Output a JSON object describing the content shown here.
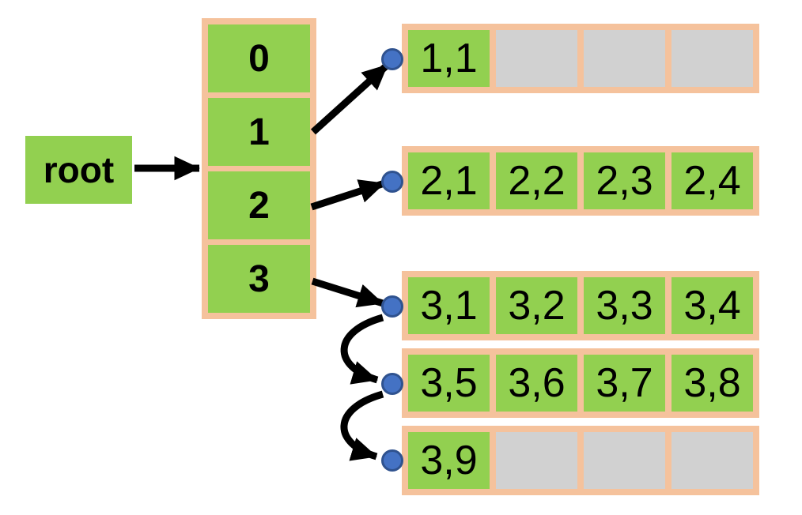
{
  "colors": {
    "cell_green": "#92D050",
    "frame_peach": "#F5C29C",
    "empty_gray": "#D1D1D1",
    "pointer_dot_fill": "#4472C4",
    "pointer_dot_border": "#2F528F",
    "arrow_black": "#000000",
    "text_black": "#000000",
    "background_white": "#FFFFFF"
  },
  "root": {
    "label": "root"
  },
  "index_column": {
    "cells": [
      "0",
      "1",
      "2",
      "3"
    ]
  },
  "rows": [
    {
      "cells": [
        {
          "label": "1,1",
          "state": "filled"
        },
        {
          "label": "",
          "state": "empty"
        },
        {
          "label": "",
          "state": "empty"
        },
        {
          "label": "",
          "state": "empty"
        }
      ]
    },
    {
      "cells": [
        {
          "label": "2,1",
          "state": "filled"
        },
        {
          "label": "2,2",
          "state": "filled"
        },
        {
          "label": "2,3",
          "state": "filled"
        },
        {
          "label": "2,4",
          "state": "filled"
        }
      ]
    },
    {
      "cells": [
        {
          "label": "3,1",
          "state": "filled"
        },
        {
          "label": "3,2",
          "state": "filled"
        },
        {
          "label": "3,3",
          "state": "filled"
        },
        {
          "label": "3,4",
          "state": "filled"
        }
      ]
    },
    {
      "cells": [
        {
          "label": "3,5",
          "state": "filled"
        },
        {
          "label": "3,6",
          "state": "filled"
        },
        {
          "label": "3,7",
          "state": "filled"
        },
        {
          "label": "3,8",
          "state": "filled"
        }
      ]
    },
    {
      "cells": [
        {
          "label": "3,9",
          "state": "filled"
        },
        {
          "label": "",
          "state": "empty"
        },
        {
          "label": "",
          "state": "empty"
        },
        {
          "label": "",
          "state": "empty"
        }
      ]
    }
  ],
  "connections": [
    {
      "from": "root",
      "to": "index-column"
    },
    {
      "from": "index-cell-1",
      "to": "row-1"
    },
    {
      "from": "index-cell-2",
      "to": "row-2"
    },
    {
      "from": "index-cell-3",
      "to": "row-3"
    },
    {
      "from": "row-3",
      "to": "row-4"
    },
    {
      "from": "row-4",
      "to": "row-5"
    }
  ]
}
